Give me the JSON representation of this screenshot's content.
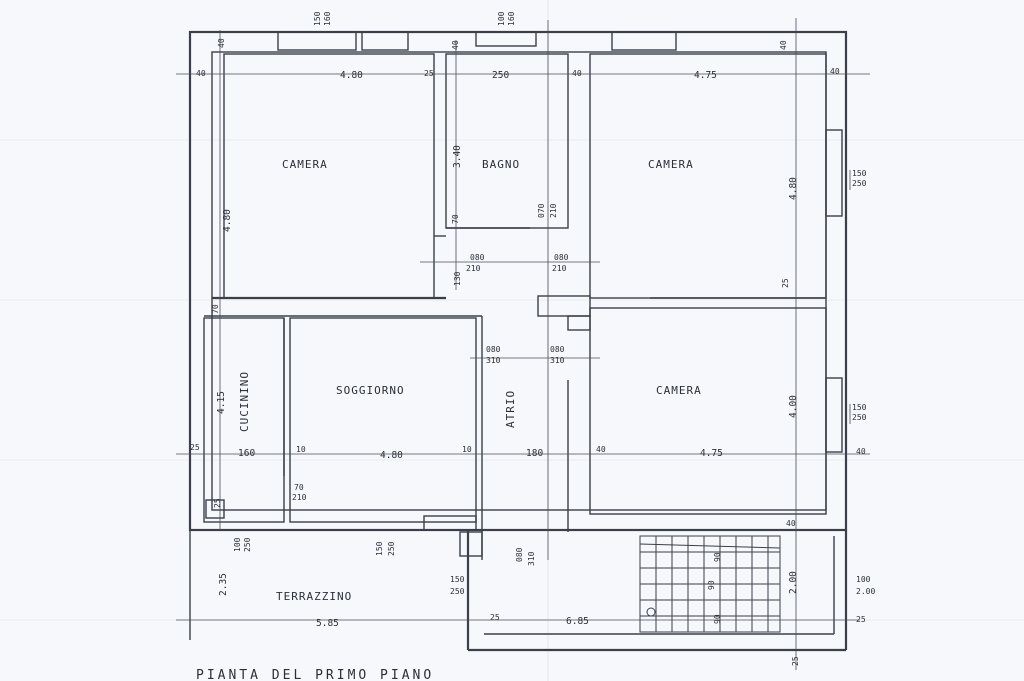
{
  "rooms": {
    "camera_left": "CAMERA",
    "bagno": "BAGNO",
    "camera_right_top": "CAMERA",
    "soggiorno": "SOGGIORNO",
    "cucinino": "CUCININO",
    "atrio": "ATRIO",
    "camera_right_bottom": "CAMERA",
    "terrazzino": "TERRAZZINO"
  },
  "dims": {
    "top_left_1": "150",
    "top_left_2": "160",
    "top_mid_1": "100",
    "top_mid_2": "160",
    "wall_40_a": "40",
    "wall_40_b": "40",
    "wall_40_c": "40",
    "wall_40_d": "40",
    "wall_40_e": "40",
    "wall_40_f": "40",
    "w_480": "4.80",
    "w_25_a": "25",
    "w_250": "250",
    "w_475_top": "4.75",
    "h_340": "3.40",
    "h_480_left": "4.80",
    "h_480_right": "4.80",
    "win_150": "150",
    "win_250": "250",
    "d_70": "70",
    "d_210": "210",
    "d_70_b": "070",
    "d_210_b": "210",
    "door_080_l": "080",
    "door_210_l": "210",
    "door_080_r": "080",
    "door_210_r": "210",
    "v_130": "130",
    "w_25_b": "25",
    "door_080_c": "080",
    "door_310_c": "310",
    "door_080_d": "080",
    "door_310_d": "310",
    "h_415": "4.15",
    "h_400": "4.00",
    "win2_150": "150",
    "win2_250": "250",
    "m_25": "25",
    "m_160": "160",
    "m_10a": "10",
    "m_480": "4.80",
    "m_10b": "10",
    "m_180": "180",
    "m_40": "40",
    "m_475": "4.75",
    "m_40b": "40",
    "s_25": "25",
    "s_70": "70",
    "s_210": "210",
    "b_100": "100",
    "b_250": "250",
    "b_150": "150",
    "b_250b": "250",
    "b_080": "080",
    "b_310": "310",
    "t_235": "2.35",
    "t_150": "150",
    "t_250": "250",
    "t_585": "5.85",
    "t_25": "25",
    "t_685": "6.85",
    "st_200": "2.00",
    "st_100": "100",
    "st_200b": "2.00",
    "st_25": "25",
    "st_25b": "25",
    "st_40": "40",
    "st_90a": "90",
    "st_90b": "90",
    "st_90c": "90"
  },
  "title": "PIANTA DEL PRIMO PIANO"
}
